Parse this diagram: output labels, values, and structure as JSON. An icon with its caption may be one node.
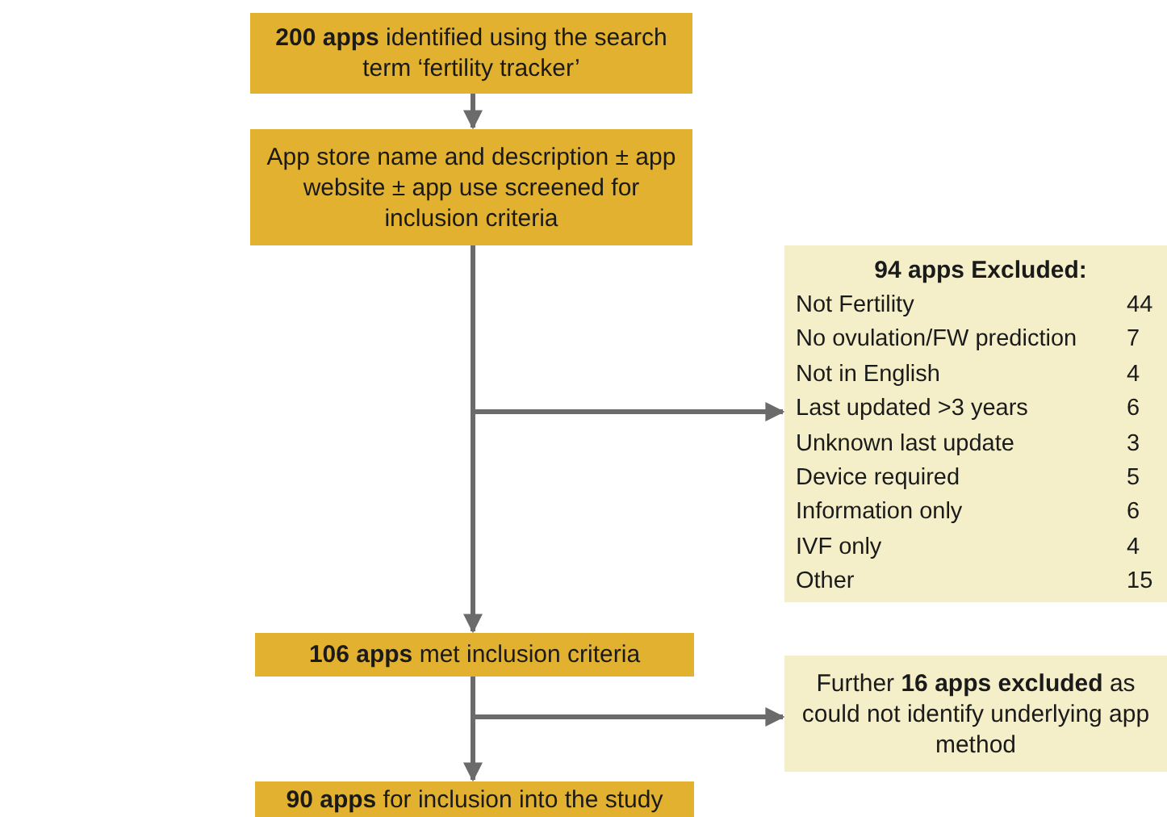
{
  "diagram": {
    "nodes": [
      {
        "text": [
          "**200 apps** identified using the search term ‘fertility tracker’"
        ]
      },
      {
        "text": [
          "App store name and description ± app website ± app use screened for inclusion criteria"
        ]
      },
      {
        "text": [
          "94 apps Excluded:"
        ]
      },
      {
        "text": [
          "**106 apps** met inclusion criteria"
        ]
      },
      {
        "text": [
          "Further **16 apps excluded** as could not identify underlying app method"
        ]
      },
      {
        "text": [
          "**90 apps** for inclusion into the study"
        ]
      }
    ],
    "edges": [
      {
        "from": 0,
        "to": 1,
        "arrow": "to"
      },
      {
        "from": 1,
        "to": 2,
        "arrow": "to"
      },
      {
        "from": 1,
        "to": 3,
        "arrow": "to"
      },
      {
        "from": 3,
        "to": 4,
        "arrow": "to"
      },
      {
        "from": 3,
        "to": 5,
        "arrow": "to"
      }
    ],
    "labels": [
      "Not Fertility",
      "44",
      "No ovulation/FW prediction",
      "7",
      "Not in English",
      "4",
      "Last updated >3 years",
      "6",
      "Unknown last update",
      "3",
      "Device required",
      "5",
      "Information only",
      "6",
      "IVF only",
      "4",
      "Other",
      "15"
    ]
  }
}
